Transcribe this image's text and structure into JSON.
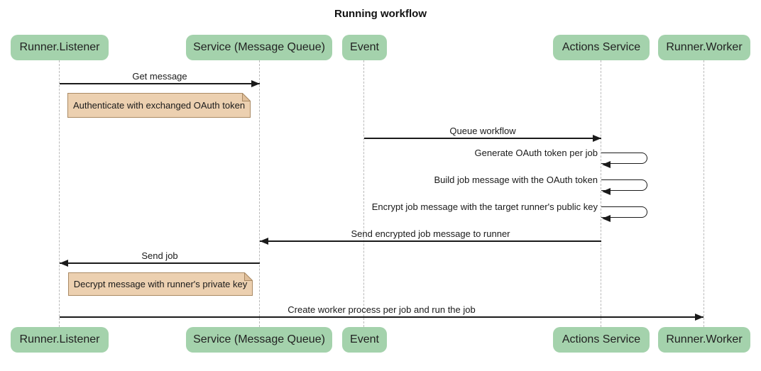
{
  "title": "Running workflow",
  "participants": [
    {
      "id": "runner-listener",
      "label": "Runner.Listener"
    },
    {
      "id": "service-message-queue",
      "label": "Service (Message Queue)"
    },
    {
      "id": "event",
      "label": "Event"
    },
    {
      "id": "actions-service",
      "label": "Actions Service"
    },
    {
      "id": "runner-worker",
      "label": "Runner.Worker"
    }
  ],
  "messages": [
    {
      "label": "Get message",
      "from": "Runner.Listener",
      "to": "Service (Message Queue)",
      "direction": "right"
    },
    {
      "label": "Queue workflow",
      "from": "Event",
      "to": "Actions Service",
      "direction": "right"
    },
    {
      "label": "Generate OAuth token per job",
      "from": "Actions Service",
      "to": "Actions Service",
      "direction": "self"
    },
    {
      "label": "Build job message with the OAuth token",
      "from": "Actions Service",
      "to": "Actions Service",
      "direction": "self"
    },
    {
      "label": "Encrypt job message with the target runner's public key",
      "from": "Actions Service",
      "to": "Actions Service",
      "direction": "self"
    },
    {
      "label": "Send encrypted job message to runner",
      "from": "Actions Service",
      "to": "Service (Message Queue)",
      "direction": "left"
    },
    {
      "label": "Send job",
      "from": "Service (Message Queue)",
      "to": "Runner.Listener",
      "direction": "left"
    },
    {
      "label": "Create worker process per job and run the job",
      "from": "Runner.Listener",
      "to": "Runner.Worker",
      "direction": "right"
    }
  ],
  "notes": [
    {
      "label": "Authenticate with exchanged OAuth token",
      "anchor": "Runner.Listener"
    },
    {
      "label": "Decrypt message with runner's private key",
      "anchor": "Runner.Listener"
    }
  ],
  "colors": {
    "actor_fill": "#a4d2ac",
    "note_fill": "#ecd0b0",
    "note_border": "#aa8a64",
    "line": "#1a1a1a",
    "lifeline": "#b9b9b9",
    "background": "#ffffff"
  }
}
